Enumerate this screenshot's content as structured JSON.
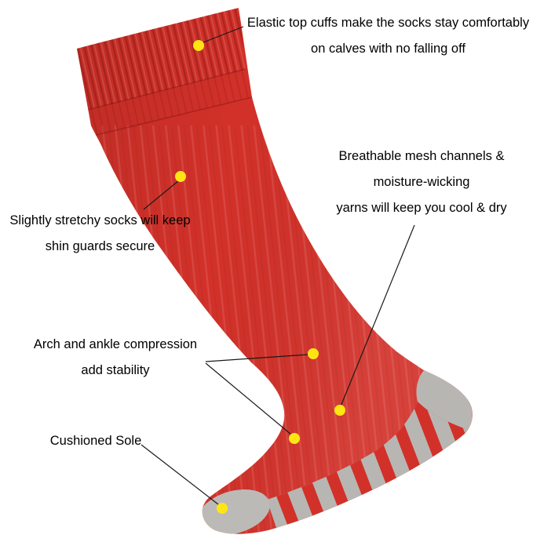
{
  "image": {
    "description": "Annotated product diagram of a red knee-high sport sock with gray cushioned sole, heel and toe",
    "subject": "red knee-high soccer sock"
  },
  "annotations": {
    "cuff": {
      "lines": [
        "Elastic top cuffs make the socks stay comfortably",
        "on calves with no falling off"
      ]
    },
    "mesh": {
      "lines": [
        "Breathable mesh channels &",
        "moisture-wicking",
        "yarns will keep you cool & dry"
      ]
    },
    "shin": {
      "lines": [
        "Slightly stretchy socks will keep",
        "shin guards secure"
      ]
    },
    "arch": {
      "lines": [
        "Arch and ankle compression",
        "add stability"
      ]
    },
    "sole": {
      "lines": [
        "Cushioned Sole"
      ]
    }
  },
  "colors": {
    "background": "#ffffff",
    "text": "#000000",
    "sock_red": "#d23129",
    "sole_gray": "#b8b6b3",
    "toe_gray": "#bcbab7",
    "dot_yellow": "#ffe613",
    "line_color": "#1a1a1a"
  }
}
